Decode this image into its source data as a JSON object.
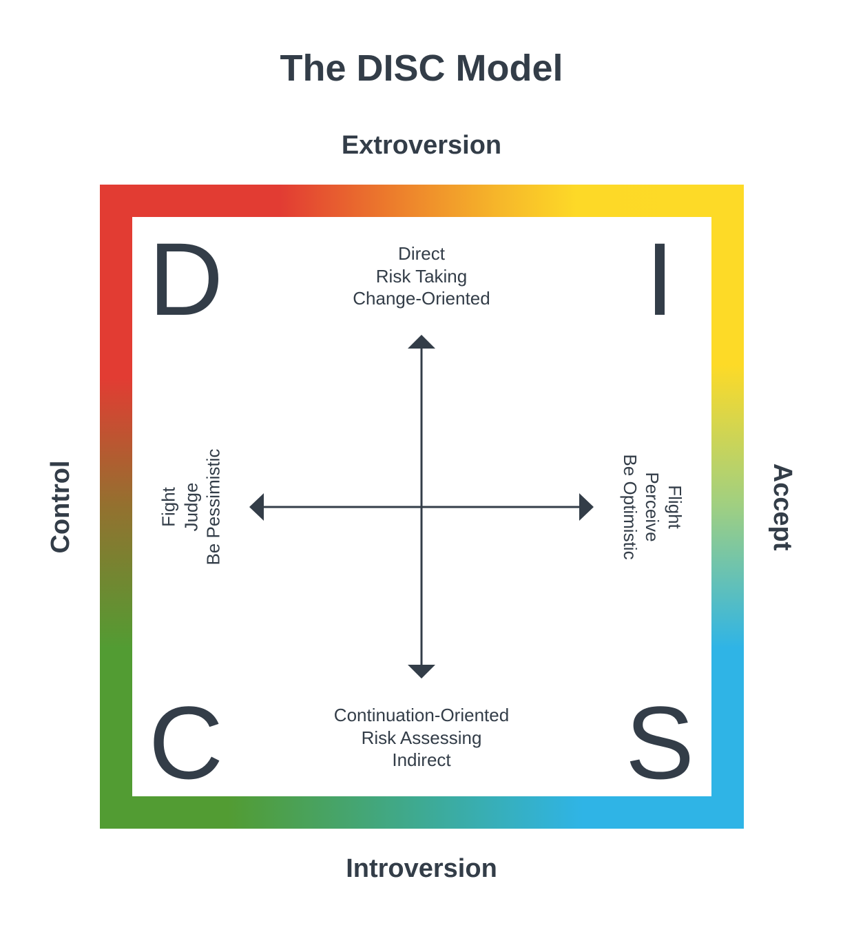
{
  "title": "The DISC Model",
  "axes": {
    "top": "Extroversion",
    "bottom": "Introversion",
    "left": "Control",
    "right": "Accept"
  },
  "quadrants": {
    "top_left": "D",
    "top_right": "I",
    "bottom_left": "C",
    "bottom_right": "S"
  },
  "descriptors": {
    "top": [
      "Direct",
      "Risk Taking",
      "Change-Oriented"
    ],
    "bottom": [
      "Continuation-Oriented",
      "Risk Assessing",
      "Indirect"
    ],
    "left": [
      "Fight",
      "Judge",
      "Be Pessimistic"
    ],
    "right": [
      "Flight",
      "Perceive",
      "Be Optimistic"
    ]
  },
  "colors": {
    "text": "#333d48",
    "red": "#e23c33",
    "orange": "#ec7b2c",
    "yellow": "#fdd927",
    "green": "#529c33",
    "blue": "#2fb4e6"
  }
}
